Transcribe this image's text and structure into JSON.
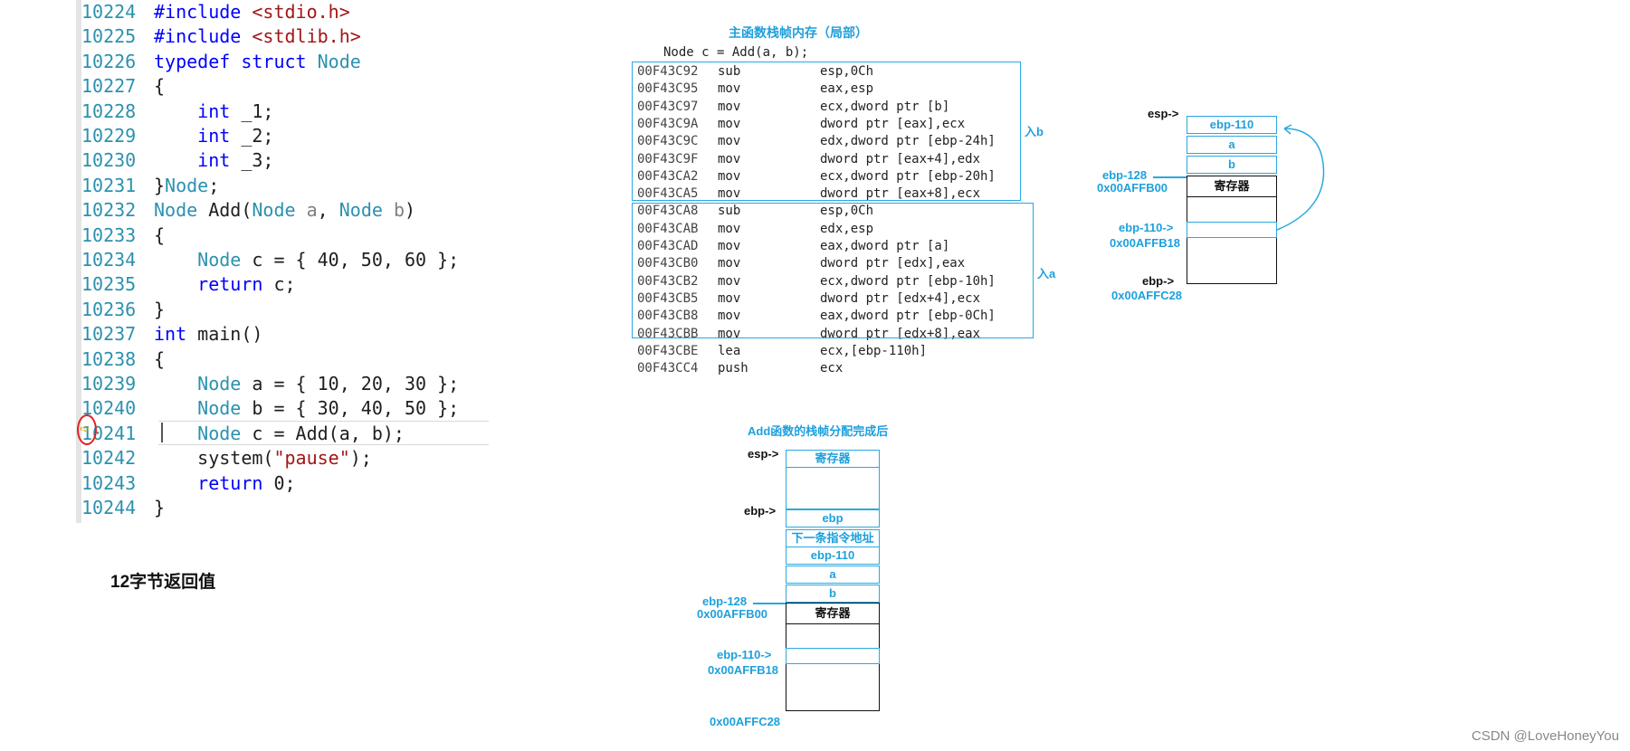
{
  "code": {
    "lines": [
      {
        "num": "10224",
        "text": "#include <stdio.h>"
      },
      {
        "num": "10225",
        "text": "#include <stdlib.h>"
      },
      {
        "num": "10226",
        "text": "typedef struct Node"
      },
      {
        "num": "10227",
        "text": "{"
      },
      {
        "num": "10228",
        "text": "    int _1;"
      },
      {
        "num": "10229",
        "text": "    int _2;"
      },
      {
        "num": "10230",
        "text": "    int _3;"
      },
      {
        "num": "10231",
        "text": "}Node;"
      },
      {
        "num": "10232",
        "text": "Node Add(Node a, Node b)"
      },
      {
        "num": "10233",
        "text": "{"
      },
      {
        "num": "10234",
        "text": "    Node c = { 40, 50, 60 };"
      },
      {
        "num": "10235",
        "text": "    return c;"
      },
      {
        "num": "10236",
        "text": "}"
      },
      {
        "num": "10237",
        "text": "int main()"
      },
      {
        "num": "10238",
        "text": "{"
      },
      {
        "num": "10239",
        "text": "    Node a = { 10, 20, 30 };"
      },
      {
        "num": "10240",
        "text": "    Node b = { 30, 40, 50 };"
      },
      {
        "num": "10241",
        "text": "    Node c = Add(a, b);"
      },
      {
        "num": "10242",
        "text": "    system(\"pause\");"
      },
      {
        "num": "10243",
        "text": "    return 0;"
      },
      {
        "num": "10244",
        "text": "}"
      }
    ]
  },
  "note": "12字节返回值",
  "disasm": {
    "title": "主函数栈帧内存（局部）",
    "source_line": "Node c = Add(a, b);",
    "rows": [
      {
        "addr": "00F43C92",
        "op": "sub",
        "args": "esp,0Ch"
      },
      {
        "addr": "00F43C95",
        "op": "mov",
        "args": "eax,esp"
      },
      {
        "addr": "00F43C97",
        "op": "mov",
        "args": "ecx,dword ptr [b]"
      },
      {
        "addr": "00F43C9A",
        "op": "mov",
        "args": "dword ptr [eax],ecx"
      },
      {
        "addr": "00F43C9C",
        "op": "mov",
        "args": "edx,dword ptr [ebp-24h]"
      },
      {
        "addr": "00F43C9F",
        "op": "mov",
        "args": "dword ptr [eax+4],edx"
      },
      {
        "addr": "00F43CA2",
        "op": "mov",
        "args": "ecx,dword ptr [ebp-20h]"
      },
      {
        "addr": "00F43CA5",
        "op": "mov",
        "args": "dword ptr [eax+8],ecx"
      },
      {
        "addr": "00F43CA8",
        "op": "sub",
        "args": "esp,0Ch"
      },
      {
        "addr": "00F43CAB",
        "op": "mov",
        "args": "edx,esp"
      },
      {
        "addr": "00F43CAD",
        "op": "mov",
        "args": "eax,dword ptr [a]"
      },
      {
        "addr": "00F43CB0",
        "op": "mov",
        "args": "dword ptr [edx],eax"
      },
      {
        "addr": "00F43CB2",
        "op": "mov",
        "args": "ecx,dword ptr [ebp-10h]"
      },
      {
        "addr": "00F43CB5",
        "op": "mov",
        "args": "dword ptr [edx+4],ecx"
      },
      {
        "addr": "00F43CB8",
        "op": "mov",
        "args": "eax,dword ptr [ebp-0Ch]"
      },
      {
        "addr": "00F43CBB",
        "op": "mov",
        "args": "dword ptr [edx+8],eax"
      },
      {
        "addr": "00F43CBE",
        "op": "lea",
        "args": "ecx,[ebp-110h]"
      },
      {
        "addr": "00F43CC4",
        "op": "push",
        "args": "ecx"
      }
    ],
    "label_b": "入b",
    "label_a": "入a"
  },
  "stack_main": {
    "esp": "esp->",
    "cells": [
      "ebp-110",
      "a",
      "b",
      "寄存器"
    ],
    "ebp128": "ebp-128",
    "addr1": "0x00AFFB00",
    "ebp110": "ebp-110->",
    "addr2": "0x00AFFB18",
    "ebp": "ebp->",
    "addr3": "0x00AFFC28"
  },
  "stack_add": {
    "title": "Add函数的栈帧分配完成后",
    "esp": "esp->",
    "top_cell": "寄存器",
    "ebp": "ebp->",
    "cells": [
      "ebp",
      "下一条指令地址",
      "ebp-110",
      "a",
      "b",
      "寄存器"
    ],
    "ebp128": "ebp-128",
    "addr1": "0x00AFFB00",
    "ebp110": "ebp-110->",
    "addr2": "0x00AFFB18",
    "addr3": "0x00AFFC28"
  },
  "watermark": "CSDN @LoveHoneyYou",
  "colors": {
    "accent": "#29a8e0",
    "keyword": "#0000ff",
    "type": "#2b91af",
    "string": "#a31515"
  }
}
